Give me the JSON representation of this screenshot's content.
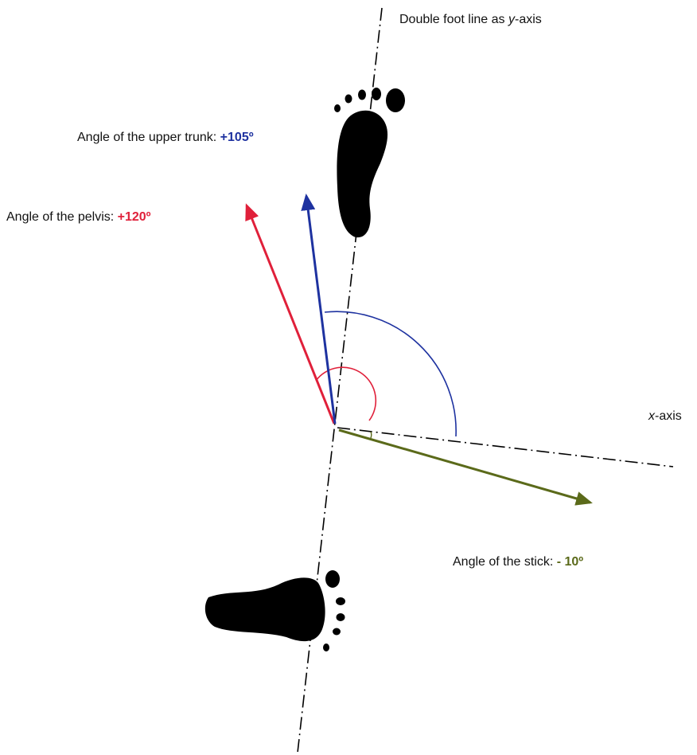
{
  "y_axis": {
    "label_prefix": "Double foot line as ",
    "label_var": "y",
    "label_suffix": "-axis"
  },
  "x_axis": {
    "label_var": "x",
    "label_suffix": "-axis"
  },
  "upper_trunk": {
    "label": "Angle of the upper trunk: ",
    "value": "+105º",
    "color": "#1e32a0"
  },
  "pelvis": {
    "label": "Angle of the pelvis: ",
    "value": "+120º",
    "color": "#e0203a"
  },
  "stick": {
    "label": "Angle of the stick: ",
    "value": "- 10º",
    "color": "#5b6a1a"
  },
  "icons": [
    "left-footprint-icon",
    "right-footprint-icon"
  ]
}
